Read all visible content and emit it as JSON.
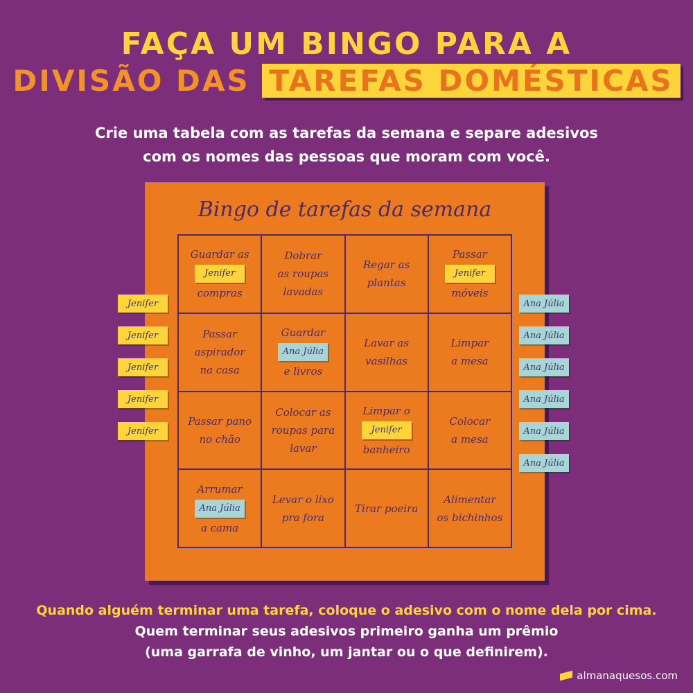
{
  "title": {
    "line1": "Faça um bingo para a",
    "line2a": "divisão das",
    "line2b": "tarefas domésticas"
  },
  "subtitle": {
    "line1": "Crie uma tabela com as tarefas da semana e separe adesivos",
    "line2": "com os nomes das pessoas que moram com você."
  },
  "board": {
    "title": "Bingo de tarefas da semana",
    "cells": [
      {
        "lines": [
          "Guardar as",
          "compras"
        ],
        "sticker": "Jenifer",
        "color": "yellow"
      },
      {
        "lines": [
          "Dobrar",
          "as roupas",
          "lavadas"
        ]
      },
      {
        "lines": [
          "Regar as",
          "plantas"
        ]
      },
      {
        "lines": [
          "Passar",
          "",
          "móveis"
        ],
        "sticker": "Jenifer",
        "color": "yellow"
      },
      {
        "lines": [
          "Passar",
          "aspirador",
          "na casa"
        ]
      },
      {
        "lines": [
          "Guardar",
          "",
          "e livros"
        ],
        "sticker": "Ana Júlia",
        "color": "blue"
      },
      {
        "lines": [
          "Lavar as",
          "vasilhas"
        ]
      },
      {
        "lines": [
          "Limpar",
          "a mesa"
        ]
      },
      {
        "lines": [
          "Passar pano",
          "no chão"
        ]
      },
      {
        "lines": [
          "Colocar as",
          "roupas para",
          "lavar"
        ]
      },
      {
        "lines": [
          "Limpar o",
          "banheiro"
        ],
        "sticker": "Jenifer",
        "color": "yellow"
      },
      {
        "lines": [
          "Colocar",
          "a mesa"
        ]
      },
      {
        "lines": [
          "Arrumar",
          "a cama"
        ],
        "sticker": "Ana Júlia",
        "color": "blue"
      },
      {
        "lines": [
          "Levar o lixo",
          "pra fora"
        ]
      },
      {
        "lines": [
          "Tirar poeira"
        ]
      },
      {
        "lines": [
          "Alimentar",
          "os bichinhos"
        ]
      }
    ]
  },
  "left_stickers": [
    "Jenifer",
    "Jenifer",
    "Jenifer",
    "Jenifer",
    "Jenifer"
  ],
  "right_stickers": [
    "Ana Júlia",
    "Ana Júlia",
    "Ana Júlia",
    "Ana Júlia",
    "Ana Júlia",
    "Ana Júlia"
  ],
  "bottom": {
    "line1": "Quando alguém terminar uma tarefa, coloque o adesivo com o nome dela por cima.",
    "line2": "Quem terminar seus adesivos primeiro ganha um prêmio",
    "line3": "(uma garrafa de vinho, um jantar ou o que definirem)."
  },
  "logo": "almanaquesos.com",
  "colors": {
    "background": "#7d2e7a",
    "board": "#ec7a1f",
    "yellow": "#fdd43a",
    "blue_sticker": "#a8d5d5"
  }
}
